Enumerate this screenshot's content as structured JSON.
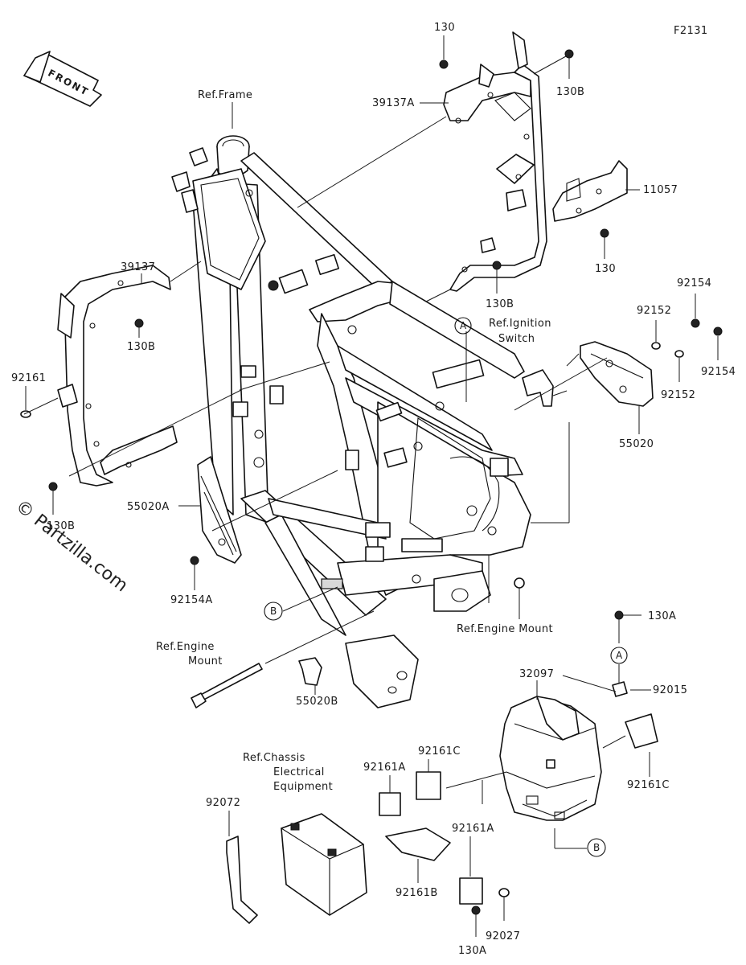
{
  "figure_id": "F2131",
  "front_arrow_label": "FRONT",
  "watermark": "© Partzilla.com",
  "labels": {
    "ref_frame": "Ref.Frame",
    "p130_top": "130",
    "p130b_top": "130B",
    "p39137a": "39137A",
    "p11057": "11057",
    "p130_right": "130",
    "p130b_mid": "130B",
    "p39137": "39137",
    "p130b_left": "130B",
    "p92161": "92161",
    "p130b_bottom": "130B",
    "p92154_top": "92154",
    "p92152_top": "92152",
    "ref_ignition_1": "Ref.Ignition",
    "ref_ignition_2": "Switch",
    "p92154_right": "92154",
    "p92152_right": "92152",
    "p55020": "55020",
    "p55020a": "55020A",
    "p92154a": "92154A",
    "ref_engine_mount_right": "Ref.Engine Mount",
    "ref_engine_mount_left_1": "Ref.Engine",
    "ref_engine_mount_left_2": "Mount",
    "p55020b": "55020B",
    "p130a_top": "130A",
    "p32097": "32097",
    "p92015": "92015",
    "ref_chassis_1": "Ref.Chassis",
    "ref_chassis_2": "Electrical",
    "ref_chassis_3": "Equipment",
    "p92161c_left": "92161C",
    "p92161a_left": "92161A",
    "p92161c_right": "92161C",
    "p92072": "92072",
    "p92161a_mid": "92161A",
    "p92161b": "92161B",
    "p92027": "92027",
    "p130a_bottom": "130A"
  },
  "callouts": {
    "a_upper": "A",
    "b_left": "B",
    "a_lower": "A",
    "b_lower": "B"
  }
}
